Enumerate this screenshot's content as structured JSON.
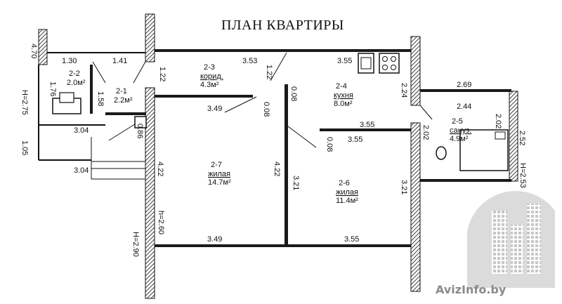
{
  "title": "ПЛАН КВАРТИРЫ",
  "rooms": [
    {
      "code": "2-1",
      "name": "",
      "area": "2.2м²"
    },
    {
      "code": "2-2",
      "name": "",
      "area": "2.0м²"
    },
    {
      "code": "2-3",
      "name": "корид.",
      "area": "4.3м²"
    },
    {
      "code": "2-4",
      "name": "кухня",
      "area": "8.0м²"
    },
    {
      "code": "2-5",
      "name": "сануз.",
      "area": "4.9м²"
    },
    {
      "code": "2-6",
      "name": "жилая",
      "area": "11.4м²"
    },
    {
      "code": "2-7",
      "name": "жилая",
      "area": "14.7м²"
    }
  ],
  "dimensions": {
    "d_4_70": "4.70",
    "d_1_30": "1.30",
    "d_1_41": "1.41",
    "d_1_22a": "1.22",
    "d_3_53": "3.53",
    "d_1_22b": "1.22",
    "d_3_55_top": "3.55",
    "d_1_76": "1.76",
    "d_1_58": "1.58",
    "d_h275": "H=2.75",
    "d_0_08a": "0.08",
    "d_0_08b": "0.08",
    "d_0_08c": "0.08",
    "d_2_24": "2.24",
    "d_2_69": "2.69",
    "d_2_44": "2.44",
    "d_3_49_top": "3.49",
    "d_3_55_mid": "3.55",
    "d_3_55_mid2": "3.55",
    "d_2_02a": "2.02",
    "d_2_02b": "2.02",
    "d_2_52": "2.52",
    "d_3_04a": "3.04",
    "d_0_86": "0.86",
    "d_1_05": "1.05",
    "d_3_04b": "3.04",
    "d_4_22a": "4.22",
    "d_4_22b": "4.22",
    "d_3_21a": "3.21",
    "d_3_21b": "3.21",
    "d_h253": "H=2.53",
    "d_h260": "h=2.60",
    "d_h290": "H=2.90",
    "d_3_49_bot": "3.49",
    "d_3_55_bot": "3.55"
  },
  "watermark": "AvizInfo.by"
}
